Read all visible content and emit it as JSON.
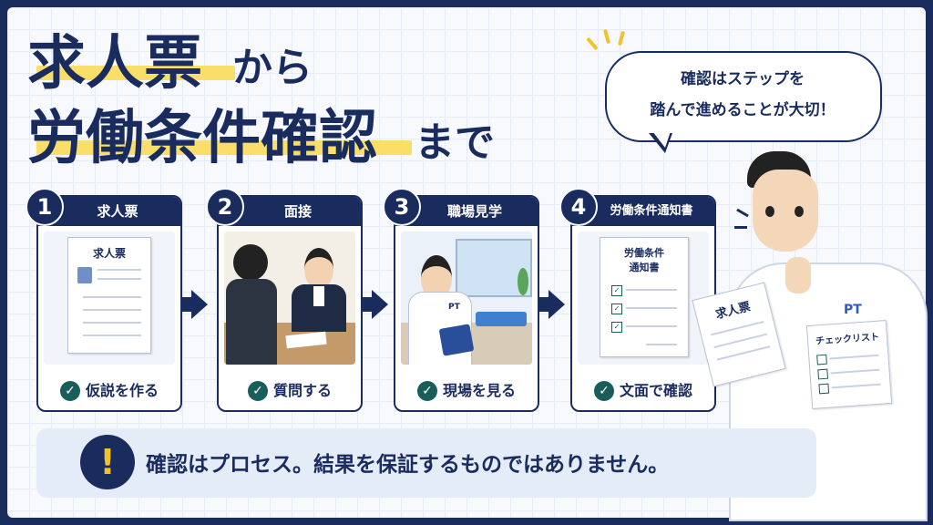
{
  "title": {
    "line1_main": "求人票",
    "line1_suffix": "から",
    "line2_main": "労働条件確認",
    "line2_suffix": "まで"
  },
  "speech_bubble": {
    "line1": "確認はステップを",
    "line2": "踏んで進めることが大切！"
  },
  "steps": [
    {
      "number": "1",
      "title": "求人票",
      "caption": "仮説を作る",
      "doc_title": "求人票"
    },
    {
      "number": "2",
      "title": "面接",
      "caption": "質問する"
    },
    {
      "number": "3",
      "title": "職場見学",
      "caption": "現場を見る",
      "badge": "PT"
    },
    {
      "number": "4",
      "title": "労働条件通知書",
      "caption": "文面で確認",
      "doc_title_1": "労働条件",
      "doc_title_2": "通知書"
    }
  ],
  "character": {
    "shirt_badge": "PT",
    "paper_title": "求人票",
    "checklist_title": "チェックリスト"
  },
  "note": {
    "text": "確認はプロセス。結果を保証するものではありません。"
  },
  "colors": {
    "navy": "#1a2c5e",
    "highlight": "#f9df6a",
    "check": "#1a5e5a"
  }
}
